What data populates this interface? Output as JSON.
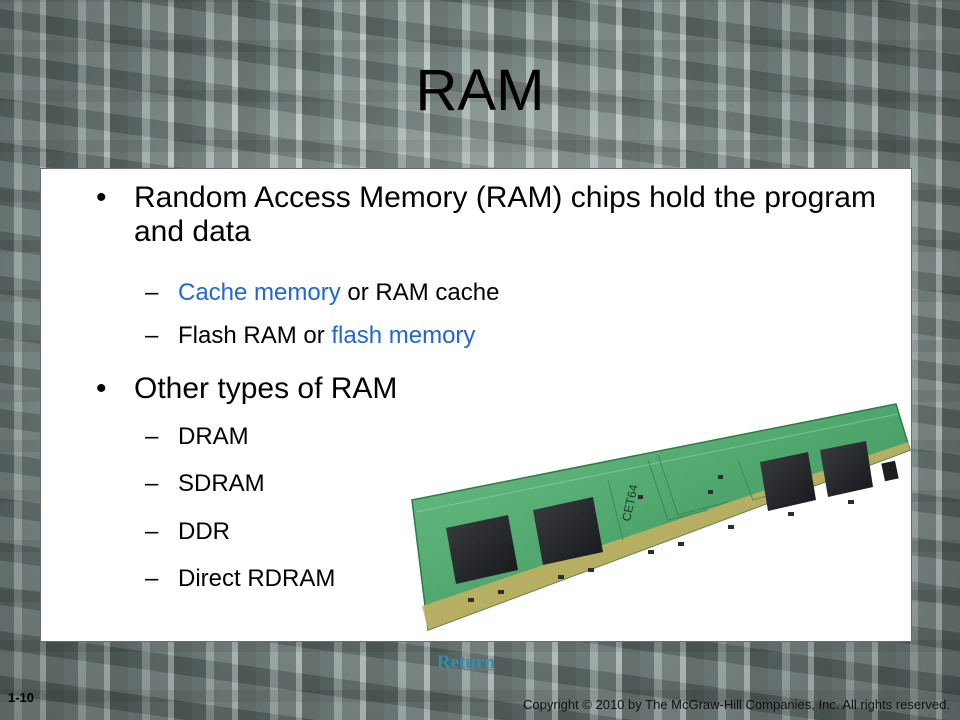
{
  "slide": {
    "title": "RAM",
    "bullets": [
      {
        "text": "Random Access Memory (RAM) chips hold the program and data",
        "subs": [
          {
            "parts": [
              {
                "text": "Cache memory",
                "link": true
              },
              {
                "text": " or RAM cache",
                "link": false
              }
            ]
          },
          {
            "parts": [
              {
                "text": "Flash RAM or ",
                "link": false
              },
              {
                "text": "flash memory",
                "link": true
              }
            ]
          }
        ]
      },
      {
        "text": "Other types of RAM",
        "subs": [
          {
            "parts": [
              {
                "text": "DRAM",
                "link": false
              }
            ]
          },
          {
            "parts": [
              {
                "text": "SDRAM",
                "link": false
              }
            ]
          },
          {
            "parts": [
              {
                "text": "DDR",
                "link": false
              }
            ]
          },
          {
            "parts": [
              {
                "text": "Direct RDRAM",
                "link": false
              }
            ]
          }
        ]
      }
    ],
    "bullet_char": "•",
    "dash_char": "–",
    "module_label": "CET64"
  },
  "footer": {
    "return_label": "Return",
    "slide_number": "1-10",
    "copyright": "Copyright © 2010 by The McGraw-Hill Companies, Inc. All rights reserved."
  },
  "colors": {
    "link_blue": "#1f66d6",
    "return_link": "#2e8fb0",
    "pcb_green": "#4fa66d"
  }
}
